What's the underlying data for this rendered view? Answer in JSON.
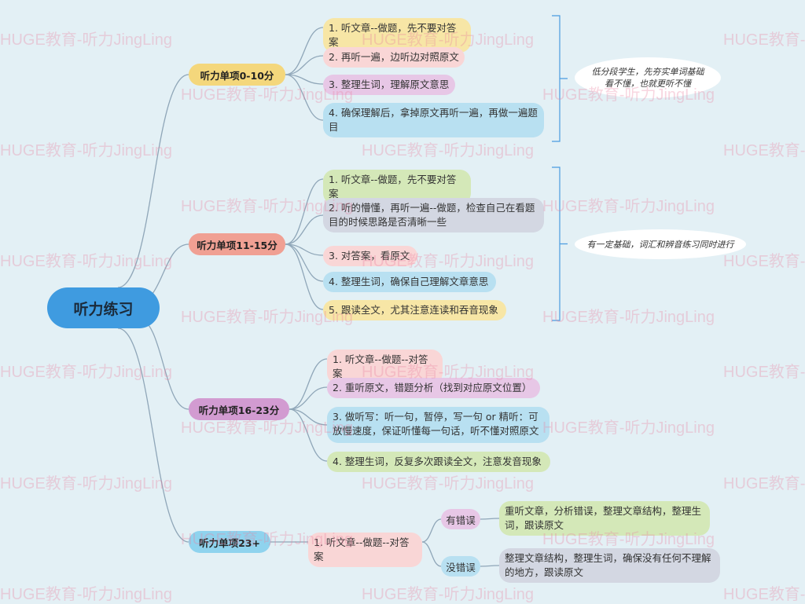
{
  "root": {
    "label": "听力练习"
  },
  "watermark": "HUGE教育-听力JingLing",
  "branches": [
    {
      "label": "听力单项0-10分",
      "color": "#f4d77c",
      "items": [
        "1. 听文章--做题，先不要对答案",
        "2. 再听一遍，边听边对照原文",
        "3. 整理生词，理解原文意思",
        "4. 确保理解后，拿掉原文再听一遍，再做一遍题目"
      ],
      "item_colors": [
        "#f7e6a6",
        "#f9d6d6",
        "#e7c7e6",
        "#b8e0f1"
      ],
      "note": "低分段学生，先夯实单词基础\n看不懂，也就更听不懂"
    },
    {
      "label": "听力单项11-15分",
      "color": "#f0a093",
      "items": [
        "1. 听文章--做题，先不要对答案",
        "2. 听的懵懂，再听一遍--做题，检查自己在看题目的时候思路是否清晰一些",
        "3. 对答案，看原文",
        "4. 整理生词，确保自己理解文章意思",
        "5. 跟读全文，尤其注意连读和吞音现象"
      ],
      "item_colors": [
        "#d4e8b8",
        "#d3d7e2",
        "#f9d6d6",
        "#b8e0f1",
        "#f7e6a6"
      ],
      "note": "有一定基础，词汇和辨音练习同时进行"
    },
    {
      "label": "听力单项16-23分",
      "color": "#d29bd1",
      "items": [
        "1. 听文章--做题--对答案",
        "2. 重听原文，错题分析（找到对应原文位置）",
        "3. 做听写：听一句，暂停，写一句 or 精听：可放慢速度，保证听懂每一句话，听不懂对照原文",
        "4. 整理生词，反复多次跟读全文，注意发音现象"
      ],
      "item_colors": [
        "#f9d6d6",
        "#e7c7e6",
        "#b8e0f1",
        "#d4e8b8"
      ]
    },
    {
      "label": "听力单项23+",
      "color": "#8fd3ee",
      "items": [
        "1. 听文章--做题--对答案"
      ],
      "item_colors": [
        "#f9d6d6"
      ],
      "sub_branches": [
        {
          "label": "有错误",
          "color": "#e7c7e6",
          "detail": "重听文章，分析错误，整理文章结构，整理生词，跟读原文",
          "detail_color": "#d4e8b8"
        },
        {
          "label": "没错误",
          "color": "#b8e0f1",
          "detail": "整理文章结构，整理生词，确保没有任何不理解的地方，跟读原文",
          "detail_color": "#d3d7e2"
        }
      ]
    }
  ],
  "colors": {
    "background": "#e3f0f5",
    "root": "#3f9be0",
    "connector": "#8fa6b8",
    "bracket": "#4a9be0"
  }
}
